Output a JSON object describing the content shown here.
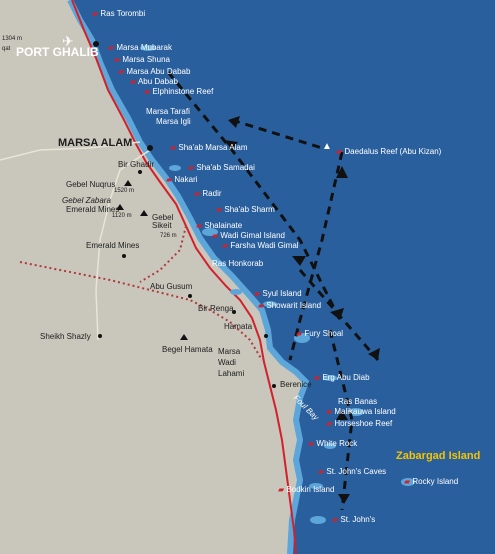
{
  "map": {
    "colors": {
      "sea": "#2a5f9e",
      "land": "#c9c6bc",
      "road": "#d3202a",
      "reef": "#5da6d9",
      "route": "#111111",
      "flag": "#d3202a",
      "island_label": "#f5c400"
    },
    "dive_sites": [
      "Ras Torombi",
      "Marsa Mubarak",
      "Marsa Shuna",
      "Marsa Abu Dabab",
      "Abu Dabab",
      "Elphinstone Reef",
      "Marsa Tarafi",
      "Marsa Igli",
      "Sha'ab Marsa Alam",
      "Sha'ab Samadai",
      "Nakari",
      "Radir",
      "Sha'ab Sharm",
      "Shalainate",
      "Wadi Gimal Island",
      "Farsha Wadi Gimal",
      "Ras Honkorab",
      "Syul Island",
      "Showarit Island",
      "Fury Shoal",
      "Erg Abu Diab",
      "Ras Banas",
      "Malikauwa Island",
      "Horseshoe Reef",
      "White Rock",
      "St. John's Caves",
      "Bodkin Island",
      "St. John's",
      "Daedalus Reef (Abu Kizan)",
      "Rocky Island"
    ],
    "towns": [
      "PORT GHALIB",
      "MARSA ALAM",
      "Bir Ghadir",
      "Abu Gusum",
      "Bir Renga",
      "Hamata",
      "Berenice",
      "Sheikh Shazly",
      "Emerald Mines"
    ],
    "mountains": [
      "Gebel Nuqrus",
      "Gebel Zabara",
      "Emerald Mines",
      "Gebel Sikeit",
      "Begel Hamata",
      "Marsa Wadi Lahami"
    ],
    "elevations": [
      "1304 m",
      "1520 m",
      "1120 m",
      "726 m"
    ],
    "airport_abbr": "qat",
    "sea_feature": "Foul Bay",
    "island": "Zabargad Island"
  }
}
